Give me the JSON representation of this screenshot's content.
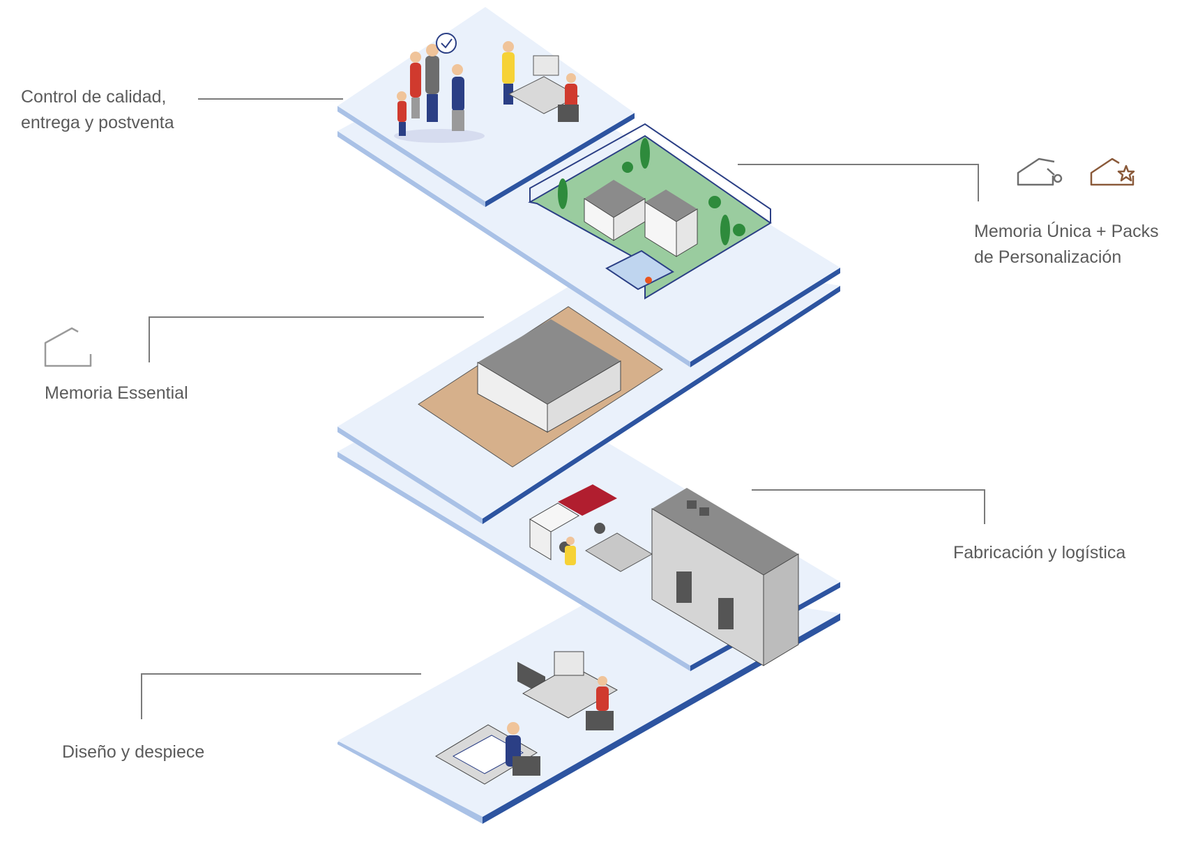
{
  "stages": [
    {
      "id": "delivery",
      "lines": [
        "Control de calidad,",
        "entrega y postventa"
      ],
      "icons": []
    },
    {
      "id": "personalized",
      "lines": [
        "Memoria Única + Packs",
        "de Personalización"
      ],
      "icons": [
        "house-key-icon",
        "house-star-icon"
      ]
    },
    {
      "id": "essential",
      "lines": [
        "Memoria Essential"
      ],
      "icons": [
        "house-outline-icon"
      ]
    },
    {
      "id": "manufacturing",
      "lines": [
        "Fabricación y logística"
      ],
      "icons": []
    },
    {
      "id": "design",
      "lines": [
        "Diseño y despiece"
      ],
      "icons": []
    }
  ],
  "colors": {
    "platform_top": "#eaf1fb",
    "platform_edge_dark": "#2d54a0",
    "platform_edge_light": "#a9c1e6",
    "grass": "#9acc9f",
    "soil": "#d6b08b",
    "leader_line": "#7a7a7a",
    "icon_dark": "#6e6e6e",
    "icon_brown": "#8a5a3a",
    "icon_light": "#9a9a9a"
  }
}
